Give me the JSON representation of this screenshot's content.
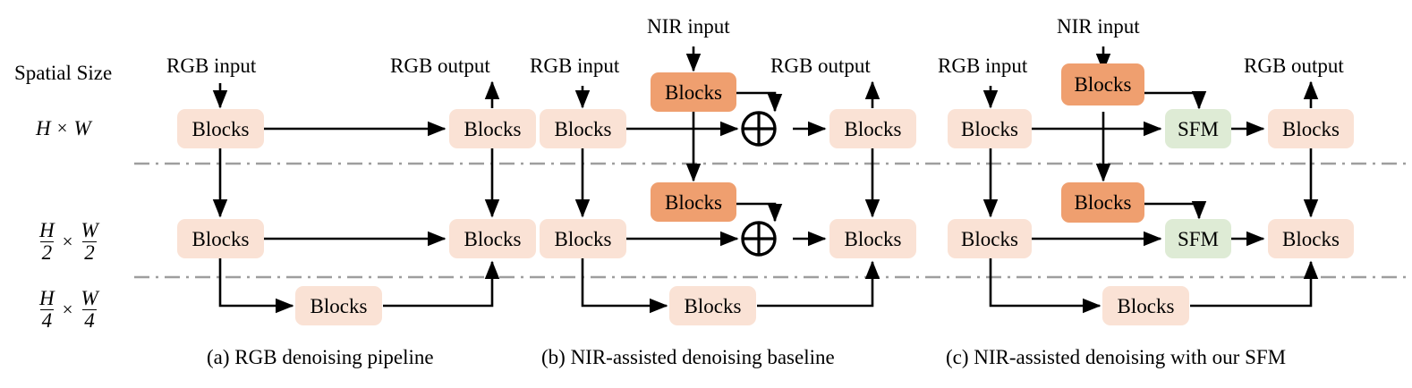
{
  "figure": {
    "type": "diagram",
    "background": "#ffffff",
    "colors": {
      "peach_block": "#FAE2D5",
      "orange_block": "#EF9F6F",
      "green_block": "#DEEBD5",
      "arrow": "#000000",
      "divider": "#9E9E9E"
    },
    "axis": {
      "title": "Spatial Size",
      "levels": [
        {
          "id": "level-1",
          "num_h": "H",
          "num_w": "W",
          "den_h": "",
          "den_w": "",
          "plain": "H × W"
        },
        {
          "id": "level-2",
          "num_h": "H",
          "den_h": "2",
          "num_w": "W",
          "den_w": "2"
        },
        {
          "id": "level-3",
          "num_h": "H",
          "den_h": "4",
          "num_w": "W",
          "den_w": "4"
        }
      ],
      "times_symbol": "×"
    },
    "dividers": 2,
    "panels": [
      {
        "id": "panel-a",
        "caption": "(a) RGB denoising pipeline",
        "io_labels": {
          "rgb_in": "RGB input",
          "rgb_out": "RGB output"
        },
        "blocks": [
          {
            "id": "a-enc-1",
            "label": "Blocks",
            "color": "peach",
            "level": 1
          },
          {
            "id": "a-enc-2",
            "label": "Blocks",
            "color": "peach",
            "level": 2
          },
          {
            "id": "a-bottleneck",
            "label": "Blocks",
            "color": "peach",
            "level": 3
          },
          {
            "id": "a-dec-2",
            "label": "Blocks",
            "color": "peach",
            "level": 2
          },
          {
            "id": "a-dec-1",
            "label": "Blocks",
            "color": "peach",
            "level": 1
          }
        ]
      },
      {
        "id": "panel-b",
        "caption": "(b) NIR-assisted denoising baseline",
        "io_labels": {
          "rgb_in": "RGB input",
          "nir_in": "NIR input",
          "rgb_out": "RGB output"
        },
        "blocks": [
          {
            "id": "b-enc-1",
            "label": "Blocks",
            "color": "peach",
            "level": 1
          },
          {
            "id": "b-enc-2",
            "label": "Blocks",
            "color": "peach",
            "level": 2
          },
          {
            "id": "b-bottleneck",
            "label": "Blocks",
            "color": "peach",
            "level": 3
          },
          {
            "id": "b-nir-1",
            "label": "Blocks",
            "color": "orange",
            "level": 1
          },
          {
            "id": "b-nir-2",
            "label": "Blocks",
            "color": "orange",
            "level": 2
          },
          {
            "id": "b-dec-1",
            "label": "Blocks",
            "color": "peach",
            "level": 1
          },
          {
            "id": "b-dec-2",
            "label": "Blocks",
            "color": "peach",
            "level": 2
          }
        ],
        "operators": [
          {
            "id": "b-add-1",
            "symbol": "plus-circle",
            "level": 1
          },
          {
            "id": "b-add-2",
            "symbol": "plus-circle",
            "level": 2
          }
        ]
      },
      {
        "id": "panel-c",
        "caption": "(c) NIR-assisted denoising with our SFM",
        "io_labels": {
          "rgb_in": "RGB input",
          "nir_in": "NIR input",
          "rgb_out": "RGB output"
        },
        "blocks": [
          {
            "id": "c-enc-1",
            "label": "Blocks",
            "color": "peach",
            "level": 1
          },
          {
            "id": "c-enc-2",
            "label": "Blocks",
            "color": "peach",
            "level": 2
          },
          {
            "id": "c-bottleneck",
            "label": "Blocks",
            "color": "peach",
            "level": 3
          },
          {
            "id": "c-nir-1",
            "label": "Blocks",
            "color": "orange",
            "level": 1
          },
          {
            "id": "c-nir-2",
            "label": "Blocks",
            "color": "orange",
            "level": 2
          },
          {
            "id": "c-sfm-1",
            "label": "SFM",
            "color": "green",
            "level": 1
          },
          {
            "id": "c-sfm-2",
            "label": "SFM",
            "color": "green",
            "level": 2
          },
          {
            "id": "c-dec-1",
            "label": "Blocks",
            "color": "peach",
            "level": 1
          },
          {
            "id": "c-dec-2",
            "label": "Blocks",
            "color": "peach",
            "level": 2
          }
        ]
      }
    ]
  }
}
